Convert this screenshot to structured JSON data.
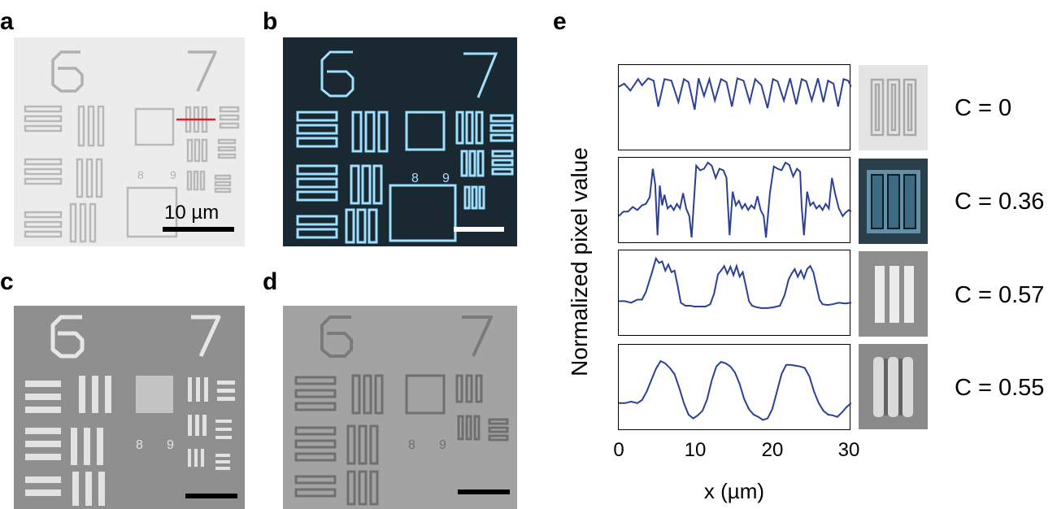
{
  "panel_labels": {
    "a": "a",
    "b": "b",
    "c": "c",
    "d": "d",
    "e": "e"
  },
  "images": {
    "a": {
      "group_numbers": [
        "6",
        "7",
        "8",
        "9"
      ],
      "scale_bar_label": "10 µm",
      "scale_bar_color": "#000000",
      "line_profile_color": "#d92020",
      "background": "#ececec"
    },
    "b": {
      "group_numbers": [
        "6",
        "7",
        "8",
        "9"
      ],
      "scale_bar_color": "#ffffff",
      "background": "#1a2832",
      "pattern_color": "#9fe0ff"
    },
    "c": {
      "group_numbers": [
        "6",
        "7",
        "8",
        "9"
      ],
      "scale_bar_color": "#000000",
      "background": "#8f8f8f"
    },
    "d": {
      "group_numbers": [
        "6",
        "7",
        "8",
        "9"
      ],
      "scale_bar_color": "#000000",
      "background": "#a3a3a3"
    }
  },
  "chart_data": {
    "type": "line",
    "xlabel": "x (µm)",
    "ylabel": "Normalized pixel value",
    "xlim": [
      0,
      30
    ],
    "xticks": [
      "0",
      "10",
      "20",
      "30"
    ],
    "line_color": "#2b3f94",
    "panels": [
      {
        "contrast_label": "C = 0",
        "x": [
          0,
          0.7,
          1.5,
          2.5,
          3.0,
          3.8,
          4.5,
          5.1,
          5.9,
          6.8,
          7.7,
          8.4,
          9.0,
          9.8,
          10.3,
          11.0,
          11.7,
          12.4,
          13.2,
          13.9,
          14.6,
          15.3,
          16.1,
          16.9,
          17.6,
          18.4,
          19.2,
          19.9,
          20.5,
          21.3,
          22.1,
          22.9,
          23.6,
          24.2,
          24.9,
          25.7,
          26.4,
          27.0,
          27.7,
          28.3,
          29.0,
          29.6,
          30.0
        ],
        "y": [
          0.78,
          0.82,
          0.73,
          0.88,
          0.8,
          0.89,
          0.86,
          0.52,
          0.88,
          0.86,
          0.58,
          0.88,
          0.84,
          0.48,
          0.89,
          0.66,
          0.88,
          0.6,
          0.88,
          0.84,
          0.52,
          0.89,
          0.86,
          0.58,
          0.88,
          0.8,
          0.5,
          0.88,
          0.85,
          0.6,
          0.89,
          0.55,
          0.88,
          0.85,
          0.6,
          0.89,
          0.58,
          0.86,
          0.82,
          0.52,
          0.88,
          0.86,
          0.78
        ]
      },
      {
        "contrast_label": "C = 0.36",
        "x": [
          0,
          0.6,
          1.2,
          1.8,
          2.4,
          3.0,
          3.5,
          4.0,
          4.4,
          4.7,
          5.0,
          5.3,
          5.6,
          5.9,
          6.3,
          6.7,
          7.1,
          7.5,
          7.9,
          8.3,
          8.7,
          9.1,
          9.4,
          9.7,
          10.0,
          10.5,
          11.0,
          11.5,
          12.0,
          12.5,
          13.0,
          13.5,
          13.9,
          14.1,
          14.3,
          14.7,
          15.1,
          15.5,
          15.9,
          16.3,
          16.7,
          17.1,
          17.5,
          17.9,
          18.3,
          18.7,
          19.0,
          19.5,
          20.0,
          20.5,
          21.0,
          21.5,
          22.0,
          22.5,
          23.0,
          23.4,
          23.6,
          23.9,
          24.3,
          24.7,
          25.1,
          25.5,
          25.9,
          26.3,
          26.7,
          27.1,
          27.5,
          27.9,
          28.4,
          28.9,
          29.3,
          29.7,
          30.0
        ],
        "y": [
          0.3,
          0.36,
          0.36,
          0.42,
          0.38,
          0.44,
          0.46,
          0.55,
          0.92,
          0.72,
          0.05,
          0.7,
          0.44,
          0.58,
          0.4,
          0.44,
          0.38,
          0.46,
          0.4,
          0.6,
          0.4,
          0.3,
          0.02,
          0.5,
          0.96,
          0.9,
          0.92,
          1.0,
          0.96,
          0.8,
          0.92,
          0.9,
          0.8,
          0.42,
          0.05,
          0.62,
          0.44,
          0.5,
          0.4,
          0.46,
          0.38,
          0.44,
          0.4,
          0.56,
          0.38,
          0.3,
          0.02,
          0.6,
          0.95,
          0.92,
          0.9,
          1.0,
          0.97,
          0.82,
          0.92,
          0.88,
          0.42,
          0.05,
          0.62,
          0.44,
          0.48,
          0.4,
          0.44,
          0.38,
          0.46,
          0.4,
          0.8,
          0.6,
          0.4,
          0.3,
          0.35,
          0.38,
          0.36
        ]
      },
      {
        "contrast_label": "C = 0.57",
        "x": [
          0,
          0.8,
          1.6,
          2.4,
          3.0,
          3.5,
          3.9,
          4.3,
          4.8,
          5.2,
          5.6,
          6.0,
          6.4,
          6.8,
          7.2,
          7.6,
          8.0,
          8.6,
          9.2,
          9.8,
          10.5,
          11.2,
          11.8,
          12.3,
          12.8,
          13.2,
          13.6,
          14.0,
          14.4,
          14.8,
          15.2,
          15.6,
          16.0,
          16.4,
          16.8,
          17.2,
          17.8,
          18.4,
          19.2,
          20.0,
          20.8,
          21.4,
          21.9,
          22.3,
          22.7,
          23.1,
          23.5,
          23.9,
          24.3,
          24.7,
          25.1,
          25.5,
          25.9,
          26.3,
          26.9,
          27.6,
          28.4,
          29.2,
          30.0
        ],
        "y": [
          0.4,
          0.4,
          0.38,
          0.42,
          0.42,
          0.52,
          0.65,
          0.78,
          0.96,
          0.9,
          0.92,
          0.8,
          0.88,
          0.78,
          0.8,
          0.6,
          0.38,
          0.34,
          0.34,
          0.33,
          0.33,
          0.33,
          0.36,
          0.5,
          0.75,
          0.8,
          0.86,
          0.76,
          0.85,
          0.74,
          0.86,
          0.72,
          0.78,
          0.6,
          0.4,
          0.34,
          0.32,
          0.31,
          0.31,
          0.32,
          0.34,
          0.48,
          0.68,
          0.76,
          0.82,
          0.72,
          0.8,
          0.7,
          0.82,
          0.86,
          0.78,
          0.6,
          0.42,
          0.36,
          0.35,
          0.36,
          0.38,
          0.37,
          0.38
        ]
      },
      {
        "contrast_label": "C = 0.55",
        "x": [
          0,
          0.8,
          1.6,
          2.4,
          3.0,
          3.6,
          4.2,
          4.8,
          5.4,
          6.0,
          6.6,
          7.2,
          7.8,
          8.4,
          9.0,
          9.6,
          10.2,
          10.8,
          11.4,
          12.0,
          12.6,
          13.2,
          13.8,
          14.4,
          15.0,
          15.6,
          16.2,
          16.8,
          17.4,
          18.0,
          18.6,
          19.2,
          19.8,
          20.4,
          21.0,
          21.6,
          22.2,
          22.8,
          23.4,
          24.0,
          24.6,
          25.2,
          25.8,
          26.4,
          27.0,
          27.6,
          28.2,
          28.8,
          29.4,
          30.0
        ],
        "y": [
          0.3,
          0.3,
          0.32,
          0.3,
          0.34,
          0.45,
          0.6,
          0.75,
          0.85,
          0.82,
          0.76,
          0.68,
          0.5,
          0.3,
          0.15,
          0.1,
          0.14,
          0.2,
          0.35,
          0.6,
          0.78,
          0.84,
          0.82,
          0.78,
          0.7,
          0.55,
          0.35,
          0.22,
          0.15,
          0.12,
          0.08,
          0.1,
          0.22,
          0.45,
          0.68,
          0.8,
          0.8,
          0.79,
          0.78,
          0.76,
          0.65,
          0.45,
          0.3,
          0.2,
          0.15,
          0.14,
          0.12,
          0.18,
          0.25,
          0.3
        ]
      }
    ]
  }
}
